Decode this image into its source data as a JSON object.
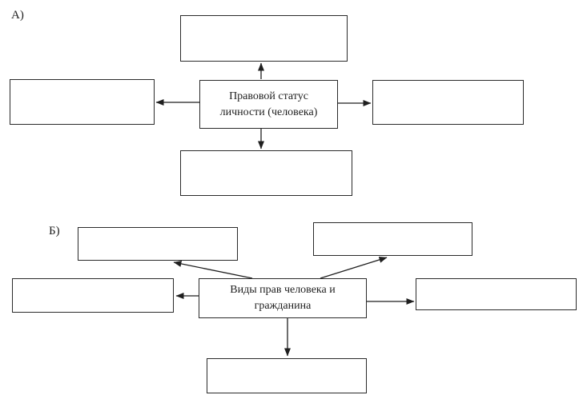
{
  "page": {
    "background_color": "#ffffff",
    "line_color": "#1f1f1f",
    "box_border_color": "#2a2a2a"
  },
  "diagram_a": {
    "section_label": "А)",
    "center_box": {
      "line1": "Правовой статус",
      "line2": "личности (человека)"
    },
    "empty_box_positions": [
      "top",
      "left",
      "right",
      "bottom"
    ]
  },
  "diagram_b": {
    "section_label": "Б)",
    "center_box": {
      "line1": "Виды прав человека и",
      "line2": "гражданина"
    },
    "empty_box_positions": [
      "top-left",
      "top-right",
      "left",
      "right",
      "bottom"
    ]
  }
}
